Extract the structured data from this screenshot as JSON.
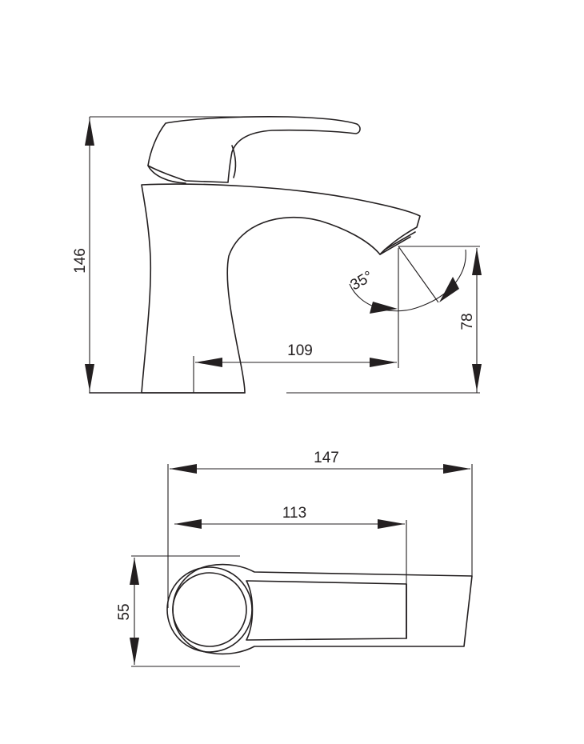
{
  "colors": {
    "line": "#231f20",
    "background": "#ffffff"
  },
  "side_view": {
    "height_label": "146",
    "reach_label": "109",
    "spout_height_label": "78",
    "angle_label": "35°"
  },
  "top_view": {
    "length_label": "147",
    "spout_length_label": "113",
    "width_label": "55"
  }
}
